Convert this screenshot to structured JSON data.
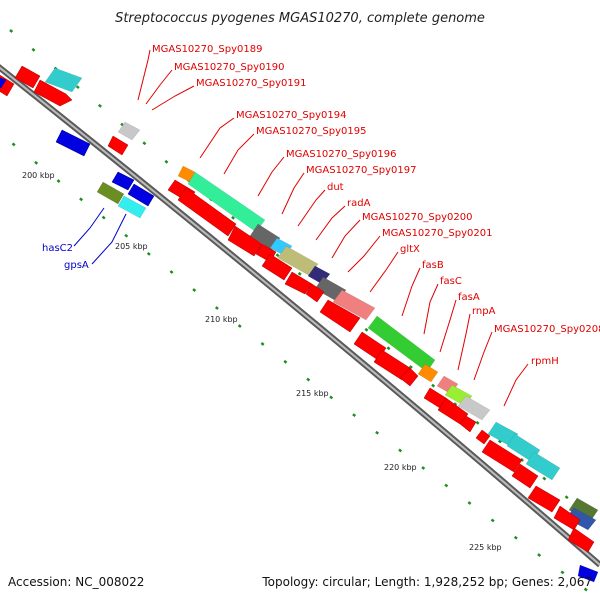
{
  "title": "Streptococcus pyogenes MGAS10270, complete genome",
  "footer": {
    "accession": "Accession: NC_008022",
    "topology": "Topology: circular; Length: 1,928,252 bp; Genes: 2,067"
  },
  "ticks": [
    "200 kbp",
    "205 kbp",
    "210 kbp",
    "215 kbp",
    "220 kbp",
    "225 kbp"
  ],
  "labels_forward": [
    "MGAS10270_Spy0189",
    "MGAS10270_Spy0190",
    "MGAS10270_Spy0191",
    "MGAS10270_Spy0194",
    "MGAS10270_Spy0195",
    "MGAS10270_Spy0196",
    "MGAS10270_Spy0197",
    "dut",
    "radA",
    "MGAS10270_Spy0200",
    "MGAS10270_Spy0201",
    "gltX",
    "fasB",
    "fasC",
    "fasA",
    "rnpA",
    "MGAS10270_Spy0208",
    "rpmH"
  ],
  "labels_reverse": [
    "hasC2",
    "gpsA"
  ],
  "colors": {
    "forward_gene": "#ff0000",
    "reverse_gene": "#0000e0",
    "backbone": "#777777",
    "label_forward": "#e00000",
    "label_reverse": "#0000c8",
    "tick": "#1a8a1a"
  }
}
